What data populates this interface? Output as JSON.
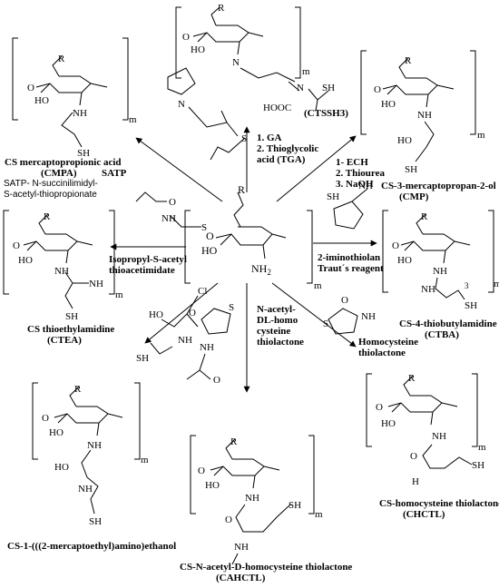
{
  "center": {
    "r": "R",
    "nh2": "NH",
    "nh2_sub": "2"
  },
  "reagents": {
    "top": [
      "1. GA",
      "2. Thioglycolic",
      "acid (TGA)"
    ],
    "top_right": [
      "1- ECH",
      "2. Thiourea",
      "3. NaOH"
    ],
    "top_left": "SATP",
    "left": [
      "Isopropyl-S-acetyl",
      "thioacetimidate"
    ],
    "right": [
      "2-iminothiolan",
      "Traut´s reagent"
    ],
    "bottom": [
      "N-acetyl-",
      "DL-homo",
      "cysteine",
      "thiolactone"
    ],
    "bottom_right": [
      "Homocysteine",
      "thiolactone"
    ],
    "satp_note": [
      "SATP- N-succinilimidyl-",
      "S-acetyl-thiopropionate"
    ]
  },
  "products": {
    "ctssh3": "(CTSSH3)",
    "cmpa": [
      "CS mercaptopropionic acid",
      "(CMPA)"
    ],
    "cmp": [
      "CS-3-mercaptopropan-2-ol",
      "(CMP)"
    ],
    "ctea": [
      "CS thioethylamidine",
      "(CTEA)"
    ],
    "ctba": [
      "CS-4-thiobutylamidine",
      "(CTBA)"
    ],
    "cmeae": "CS-1-(((2-mercaptoethyl)amino)ethanol",
    "cahctl": [
      "CS-N-acetyl-D-homocysteine thiolactone",
      "(CAHCTL)"
    ],
    "chctl": [
      "CS-homocysteine thiolactone",
      "(CHCTL)"
    ]
  },
  "atoms": {
    "r": "R",
    "o": "O",
    "ho": "HO",
    "nh": "NH",
    "n": "N",
    "sh": "SH",
    "s": "S",
    "hooc": "HOOC",
    "m": "m",
    "cl": "Cl",
    "h2n": "H",
    "nh_amine": "NH",
    "three": "3"
  }
}
